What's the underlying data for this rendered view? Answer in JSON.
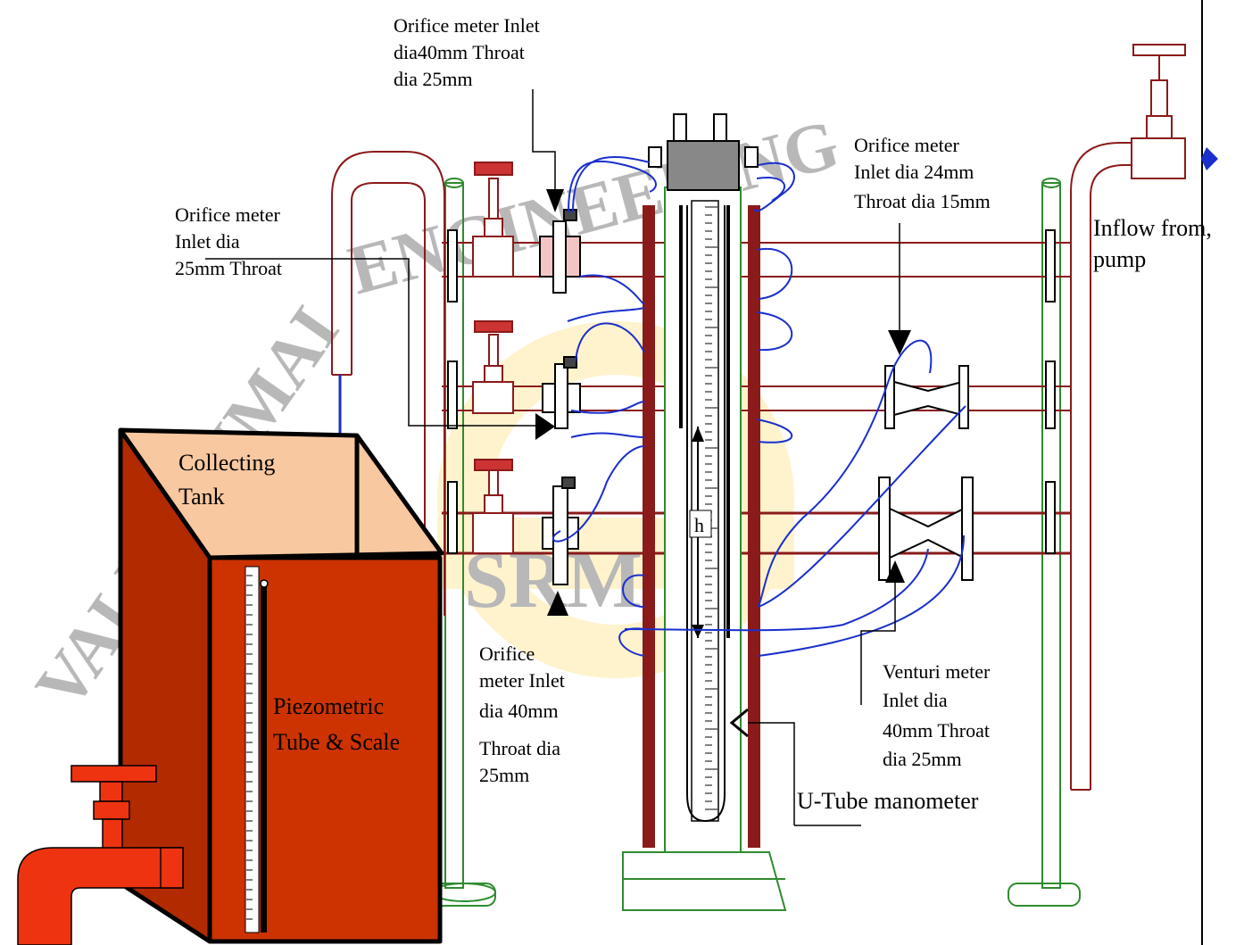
{
  "labels": {
    "orifice_top_1": "Orifice meter Inlet",
    "orifice_top_2": "dia40mm Throat",
    "orifice_top_3": "dia 25mm",
    "orifice_left_1": "Orifice meter",
    "orifice_left_2": "Inlet dia",
    "orifice_left_3": "25mm Throat",
    "orifice_right_1": "Orifice meter",
    "orifice_right_2": "Inlet dia 24mm",
    "orifice_right_3": "Throat dia 15mm",
    "inflow_1": "Inflow from,",
    "inflow_2": "pump",
    "tank_1": "Collecting",
    "tank_2": "Tank",
    "piezo_1": "Piezometric",
    "piezo_2": "Tube & Scale",
    "orifice_bottom_1": "Orifice",
    "orifice_bottom_2": "meter Inlet",
    "orifice_bottom_3": "dia 40mm",
    "orifice_bottom_4": "Throat dia",
    "orifice_bottom_5": "25mm",
    "venturi_1": "Venturi meter",
    "venturi_2": "Inlet dia",
    "venturi_3": "40mm Throat",
    "venturi_4": "dia 25mm",
    "utube": "U-Tube manometer",
    "h": "h"
  },
  "watermark": {
    "text": "VALLIAMMAI ENGINEERING COLLEGE",
    "logo_text": "SRM"
  },
  "colors": {
    "tank_front": "#cc3300",
    "tank_side": "#b22a00",
    "tank_top": "#f8c8a0",
    "pipe_red": "#8b1a1a",
    "stand_green": "#2e8b2e",
    "tube_blue": "#1a2fcc",
    "tap_red": "#ee3311"
  }
}
